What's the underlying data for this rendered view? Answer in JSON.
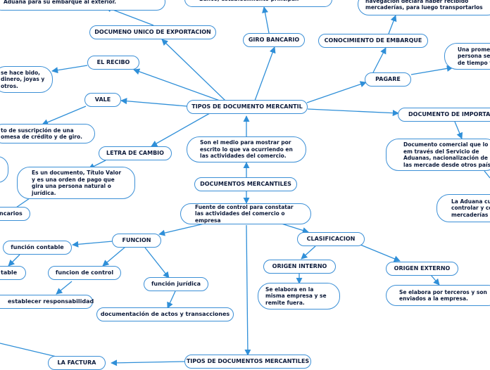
{
  "nodes": {
    "aduana_embarque": "Aduana para su embarque al exterior.",
    "banco": "Banco, establecimiento principal.",
    "navegacion": "navegación declara haber recibido mercaderías, para luego transportarlos",
    "documento_unico": "DOCUMENO UNICO DE EXPORTACION",
    "giro_bancario": "GIRO BANCARIO",
    "conocimiento_embarque": "CONOCIMIENTO DE EMBARQUE",
    "promesa": "Una promesa persona se d de tiempo y",
    "el_recibo": "EL RECIBO",
    "recibo_desc": "se hace bido, dinero, joyas y otros.",
    "pagare": "PAGARE",
    "vale": "VALE",
    "tipos_documento_mercantil": "TIPOS DE DOCUMENTO MERCANTIL",
    "documento_importacion": "DOCUMENTO DE IMPORTACION",
    "vale_desc": "to de suscripción de una omesa de crédito y de giro.",
    "importacion_desc": "Documento comercial que lo em través del Servicio de Aduanas, nacionalización de las mercade desde otros países",
    "medio_mostrar": "Son el medio para mostrar por escrito lo que va ocurriendo en las actividades del comercio.",
    "letra_cambio": "LETRA DE CAMBIO",
    "letra_desc": "Es un documento, Título Valor y es una orden de pago que gira una persona natural o jurídica.",
    "documentos_mercantiles": "DOCUMENTOS MERCANTILES",
    "aduana_controlar": "La Aduana cu controlar y col mercaderías q",
    "bancarios": "ncarios",
    "fuente_control": "Fuente de control para constatar las actividades del comercio o empresa",
    "funcion": "FUNCION",
    "clasificacion": "CLASIFICACION",
    "funcion_contable": "función contable",
    "origen_interno": "ORIGEN INTERNO",
    "origen_externo": "ORIGEN EXTERNO",
    "contable": "table",
    "funcion_control": "funcion de control",
    "funcion_juridica": "función jurídica",
    "interno_desc": "Se elabora en la misma empresa y se remite fuera.",
    "externo_desc": "Se elabora por terceros y son enviados a la empresa.",
    "responsabilidad": "establecer responsabilidad",
    "actos": "documentación de actos y transacciones",
    "la_factura": "LA FACTURA",
    "tipos_documentos_mercantiles": "TIPOS DE DOCUMENTOS MERCANTILES"
  },
  "colors": {
    "border": "#3b8fd6",
    "connector": "#2f8fd8",
    "text": "#0c1a3a"
  }
}
